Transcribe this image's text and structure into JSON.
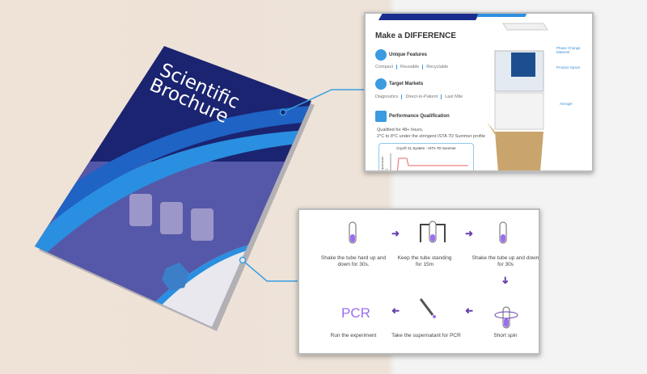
{
  "cover": {
    "title_line1": "Scientific",
    "title_line2": "Brochure"
  },
  "page1": {
    "heading_plain": "Make a ",
    "heading_bold": "DIFFERENCE",
    "features": [
      {
        "icon": "leaf-icon",
        "title": "Unique Features",
        "tags": [
          "Compact",
          "Reusable",
          "Recyclable"
        ]
      },
      {
        "icon": "globe-icon",
        "title": "Target Markets",
        "tags": [
          "Diagnostics",
          "Direct-to-Patient",
          "Last Mile"
        ]
      },
      {
        "icon": "box-check-icon",
        "title": "Performance Qualification"
      }
    ],
    "qualification_line1": "Qualified for 48+ hours,",
    "qualification_line2": "2°C to 8°C under the stringent ISTA 7D Summer profile",
    "chart_title": "Cryo® 2L System - ISTA 7D Summer",
    "chart_ylabel": "Temperature (°C)",
    "labels": [
      "Phase Change Material",
      "Product Space",
      "Aerogel"
    ]
  },
  "page2": {
    "steps": [
      "Shake the tube hard up and down for 30s.",
      "Keep the tube standing for 15m",
      "Shake the tube up and down for 30s",
      "Short spin",
      "Take the supernatant for PCR",
      "Run the experiment"
    ],
    "pcr_label": "PCR",
    "accent": "#6a3fb0"
  },
  "colors": {
    "navy": "#1b2470",
    "blue": "#2a8fe0",
    "line": "#3aa0e0"
  }
}
